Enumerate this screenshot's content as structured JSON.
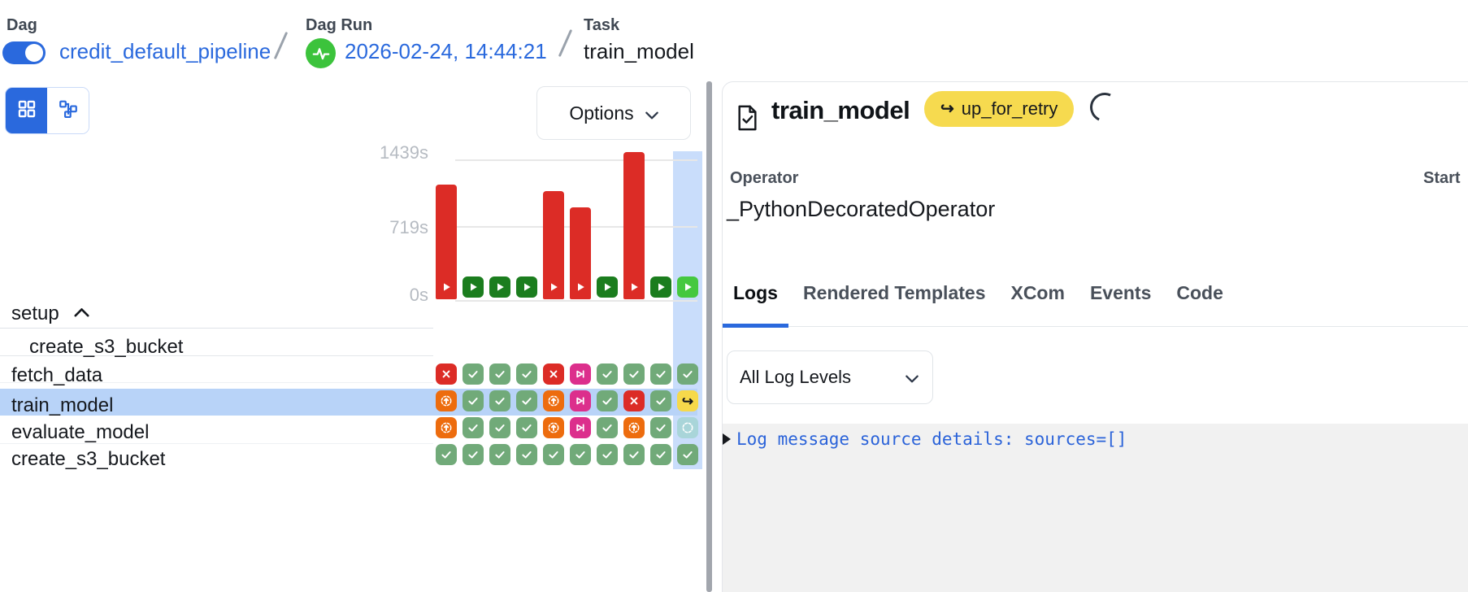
{
  "breadcrumb": {
    "dag_label": "Dag",
    "dag_name": "credit_default_pipeline",
    "dag_run_label": "Dag Run",
    "dag_run_date": "2026-02-24, 14:44:21",
    "task_label": "Task",
    "task_name": "train_model"
  },
  "left_panel": {
    "options_label": "Options",
    "group_label": "setup",
    "duration_chart": {
      "type": "bar",
      "y_ticks": [
        "1439s",
        "719s",
        "0s"
      ],
      "y_max_seconds": 1439,
      "runs": [
        {
          "state": "failed",
          "duration_s": 1120
        },
        {
          "state": "success",
          "duration_s": null
        },
        {
          "state": "success",
          "duration_s": null
        },
        {
          "state": "success",
          "duration_s": null
        },
        {
          "state": "failed",
          "duration_s": 1055
        },
        {
          "state": "failed",
          "duration_s": 900
        },
        {
          "state": "success",
          "duration_s": null
        },
        {
          "state": "failed",
          "duration_s": 1439
        },
        {
          "state": "success",
          "duration_s": null
        },
        {
          "state": "running",
          "duration_s": null
        }
      ],
      "selected_run_index": 9
    },
    "task_rows": [
      {
        "label": "create_s3_bucket",
        "indent": 1,
        "selected": false,
        "states": []
      },
      {
        "label": "fetch_data",
        "indent": 0,
        "selected": false,
        "states": [
          "failed",
          "success",
          "success",
          "success",
          "failed",
          "skipped",
          "success",
          "success",
          "success",
          "success"
        ]
      },
      {
        "label": "train_model",
        "indent": 0,
        "selected": true,
        "states": [
          "upstream_failed",
          "success",
          "success",
          "success",
          "upstream_failed",
          "skipped",
          "success",
          "failed",
          "success",
          "up_for_retry"
        ]
      },
      {
        "label": "evaluate_model",
        "indent": 0,
        "selected": false,
        "states": [
          "upstream_failed",
          "success",
          "success",
          "success",
          "upstream_failed",
          "skipped",
          "success",
          "upstream_failed",
          "success",
          "scheduled"
        ]
      },
      {
        "label": "create_s3_bucket",
        "indent": 0,
        "selected": false,
        "states": [
          "success",
          "success",
          "success",
          "success",
          "success",
          "success",
          "success",
          "success",
          "success",
          "success"
        ]
      }
    ]
  },
  "details_panel": {
    "title": "train_model",
    "state_badge": "up_for_retry",
    "operator_label": "Operator",
    "operator_value": "_PythonDecoratedOperator",
    "start_label": "Start",
    "tabs": [
      {
        "label": "Logs",
        "active": true
      },
      {
        "label": "Rendered Templates",
        "active": false
      },
      {
        "label": "XCom",
        "active": false
      },
      {
        "label": "Events",
        "active": false
      },
      {
        "label": "Code",
        "active": false
      }
    ],
    "log_level_filter": "All Log Levels",
    "log_line": "Log message source details: sources=[]"
  },
  "state_colors": {
    "success": "#71aa79",
    "failed": "#dc2c26",
    "skipped": "#dc2f8c",
    "upstream_failed": "#ed6c0e",
    "up_for_retry": "#f6d94b",
    "scheduled": "#a9d5d9",
    "running": "#45c83f",
    "run_success": "#1b7d1e"
  },
  "ui_colors": {
    "accent": "#2a69dd",
    "selected_column": "#c9ddfb",
    "selected_row": "#b8d3f8",
    "badge": "#f6da4f",
    "link": "#2a69dd"
  }
}
